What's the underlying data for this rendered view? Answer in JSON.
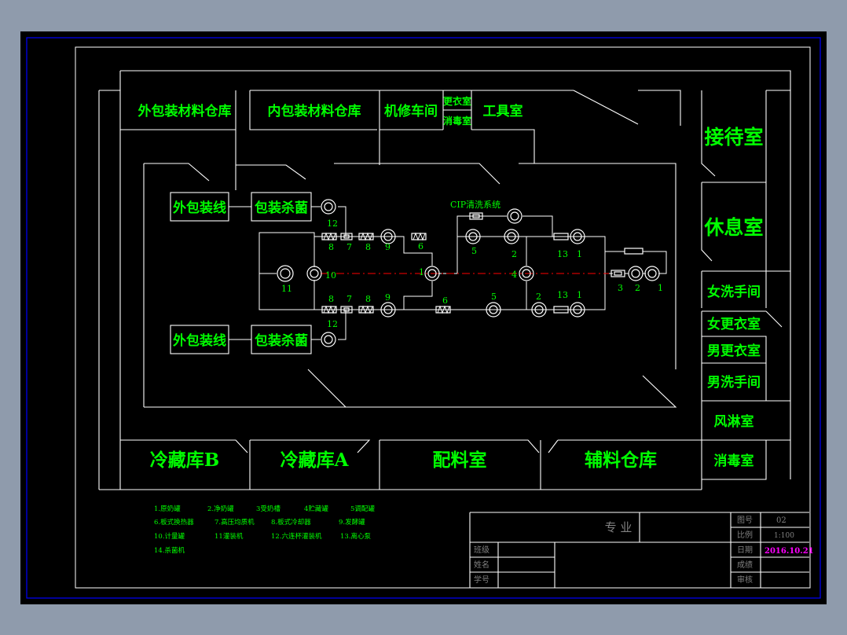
{
  "colors": {
    "background": "#8f9bac",
    "sheet": "#000000",
    "frame_outer": "#0000ff",
    "lines": "#ffffff",
    "text_primary": "#00ff00",
    "centerline": "#ff0000",
    "date_text": "#ff00ff",
    "title_block_text": "#808080"
  },
  "rooms": {
    "outer_packaging_warehouse": "外包装材料仓库",
    "inner_packaging_warehouse": "内包装材料仓库",
    "repair_shop": "机修车间",
    "changing_room": "更衣室",
    "disinfection_room_small": "消毒室",
    "tool_room": "工具室",
    "reception": "接待室",
    "rest_room": "休息室",
    "women_washroom": "女洗手间",
    "women_changing": "女更衣室",
    "men_changing": "男更衣室",
    "men_washroom": "男洗手间",
    "air_shower": "风淋室",
    "disinfection_room": "消毒室",
    "cold_storage_b": "冷藏库B",
    "cold_storage_a": "冷藏库A",
    "batching_room": "配料室",
    "auxiliary_warehouse": "辅料仓库"
  },
  "process": {
    "outer_line_top": "外包装线",
    "outer_line_bottom": "外包装线",
    "sterilize_top": "包装杀菌",
    "sterilize_bottom": "包装杀菌",
    "cip_label": "CIP清洗系统"
  },
  "equipment_numbers": {
    "n12_top": "12",
    "n8a_top": "8",
    "n7_top": "7",
    "n8b_top": "8",
    "n9_top": "9",
    "n6_top": "6",
    "n5_top": "5",
    "n2_top": "2",
    "n13_top": "13",
    "n1_top": "1",
    "n10": "10",
    "n11": "11",
    "n1_center": "1",
    "n4_center": "4",
    "n3_right": "3",
    "n2_right": "2",
    "n1_right": "1",
    "n8a_bot": "8",
    "n7_bot": "7",
    "n8b_bot": "8",
    "n9_bot": "9",
    "n6_bot": "6",
    "n5_bot": "5",
    "n2_bot": "2",
    "n13_bot": "13",
    "n1_bot": "1",
    "n12_bot": "12"
  },
  "legend": [
    "1.原奶罐",
    "2.净奶罐",
    "3受奶槽",
    "4贮藏罐",
    "5调配罐",
    "6.板式换热器",
    "7.高压均质机",
    "8.板式冷却器",
    "9.发酵罐",
    "10.计量罐",
    "11灌装机",
    "12.六连杯灌装机",
    "13.离心泵",
    "14.杀菌机"
  ],
  "title_block": {
    "major_label": "专 业",
    "drawing_no_label": "图号",
    "drawing_no_value": "02",
    "scale_label": "比例",
    "scale_value": "1:100",
    "class_label": "班级",
    "name_label": "姓名",
    "student_id_label": "学号",
    "date_label": "日期",
    "date_value": "2016.10.21",
    "grade_label": "成绩",
    "review_label": "审核"
  }
}
